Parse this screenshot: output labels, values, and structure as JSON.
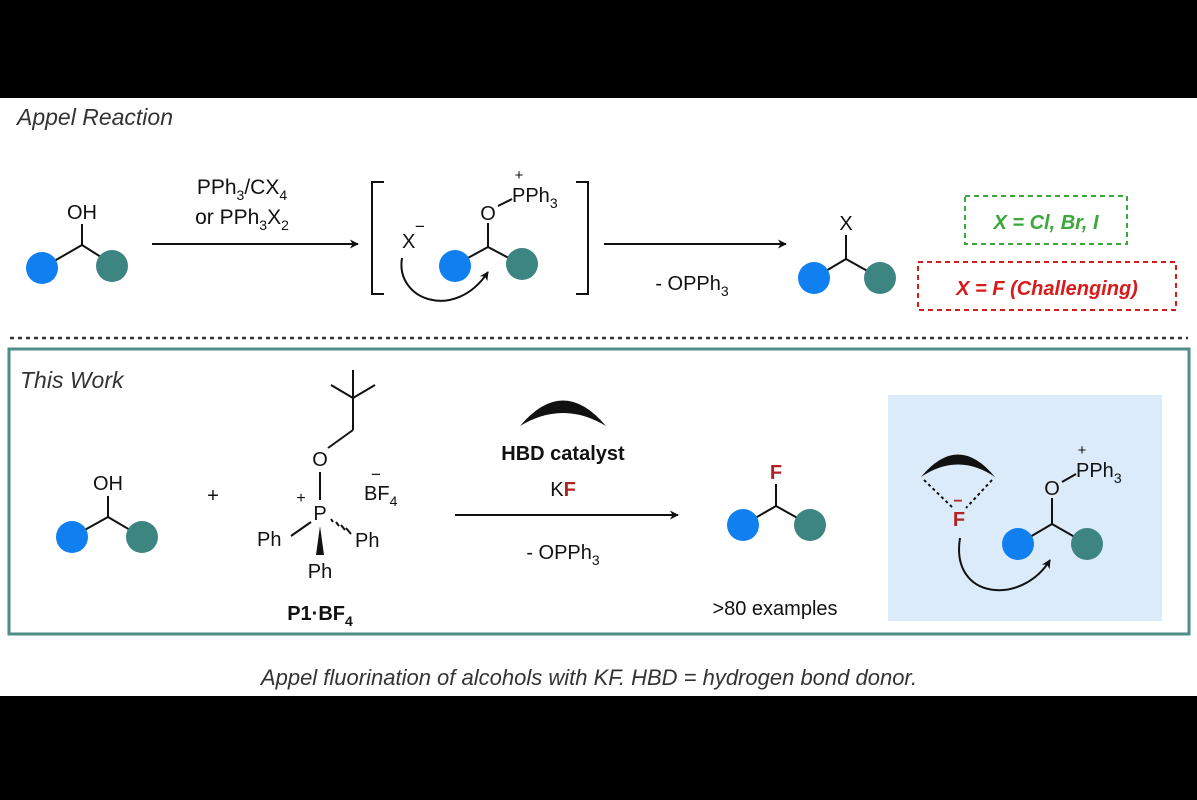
{
  "top": {
    "section_title": "Appel Reaction",
    "start": {
      "oh": "OH"
    },
    "reagents": {
      "line1": {
        "a": "PPh",
        "b": "3",
        "c": "/CX",
        "d": "4"
      },
      "line2": {
        "a": "or PPh",
        "b": "3",
        "c": "X",
        "d": "2"
      }
    },
    "intermediate": {
      "x_label": "X",
      "x_charge": "−",
      "o_label": "O",
      "p_charge": "+",
      "pph3": {
        "a": "PPh",
        "b": "3"
      }
    },
    "byproduct": {
      "a": "- OPPh",
      "b": "3"
    },
    "product": {
      "x": "X"
    },
    "boxes": {
      "good": "X = Cl, Br, I",
      "bad": "X = F (Challenging)"
    }
  },
  "bottom": {
    "section_title": "This Work",
    "start": {
      "oh": "OH"
    },
    "plus": "+",
    "reagent": {
      "o": "O",
      "p": "P",
      "p_charge": "+",
      "ph_left": "Ph",
      "ph_right": "Ph",
      "ph_bottom": "Ph",
      "counterion": {
        "a": "BF",
        "b": "4",
        "charge": "−"
      },
      "name": {
        "a": "P1·BF",
        "b": "4"
      }
    },
    "catalyst_label": "HBD catalyst",
    "kf": {
      "a": "K",
      "b": "F"
    },
    "byproduct": {
      "a": "- OPPh",
      "b": "3"
    },
    "product": {
      "f": "F"
    },
    "examples": ">80 examples",
    "mechanism": {
      "f": "F",
      "f_charge": "−",
      "o": "O",
      "p_charge": "+",
      "pph3": {
        "a": "PPh",
        "b": "3"
      }
    }
  },
  "caption": "Appel fluorination of alcohols with KF. HBD = hydrogen bond donor.",
  "colors": {
    "blue_ball": "#1080f0",
    "teal_ball": "#3d8581",
    "green_box": "#3aa83a",
    "red_box": "#d81a1a",
    "teal_border": "#4e8e86",
    "fluorine": "#b22222",
    "panel_bg": "#dcebfa"
  }
}
